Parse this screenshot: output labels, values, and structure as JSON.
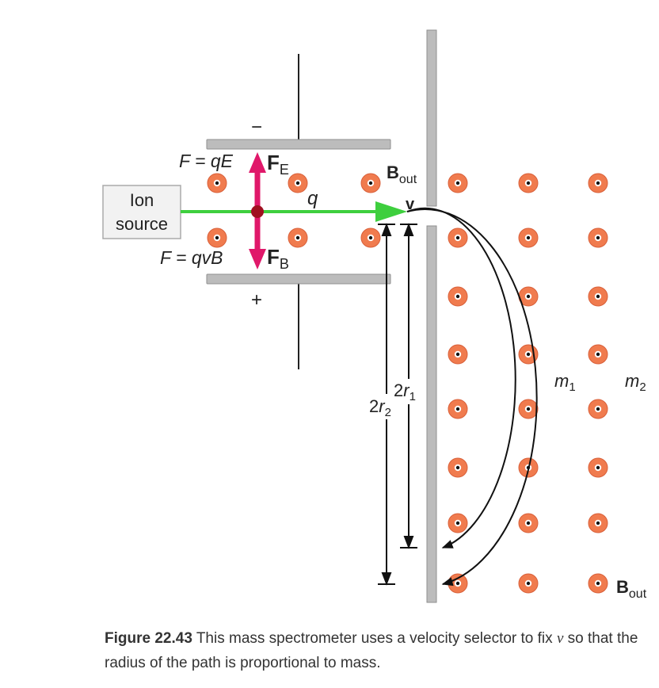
{
  "diagram": {
    "ion_source": {
      "line1": "Ion",
      "line2": "source"
    },
    "top_plate_sign": "−",
    "bottom_plate_sign": "+",
    "force_electric": {
      "eq": "F = qE",
      "sym": "F",
      "sub": "E"
    },
    "force_magnetic": {
      "eq": "F = qvB",
      "sym": "F",
      "sub": "B"
    },
    "charge": "q",
    "velocity": "v",
    "field_top": {
      "sym": "B",
      "sub": "out"
    },
    "field_bottom": {
      "sym": "B",
      "sub": "out"
    },
    "radius1": {
      "pre": "2",
      "sym": "r",
      "sub": "1"
    },
    "radius2": {
      "pre": "2",
      "sym": "r",
      "sub": "2"
    },
    "mass1": {
      "sym": "m",
      "sub": "1"
    },
    "mass2": {
      "sym": "m",
      "sub": "2"
    },
    "colors": {
      "field_dot": "#f07b4e",
      "beam": "#3ecf3e",
      "force": "#e0186a",
      "plate": "#bcbcbc",
      "charge": "#a01020"
    }
  },
  "caption": {
    "label": "Figure 22.43",
    "text_before": " This mass spectrometer uses a velocity selector to fix ",
    "variable": "v",
    "text_after": " so that the radius of the path is proportional to mass."
  }
}
